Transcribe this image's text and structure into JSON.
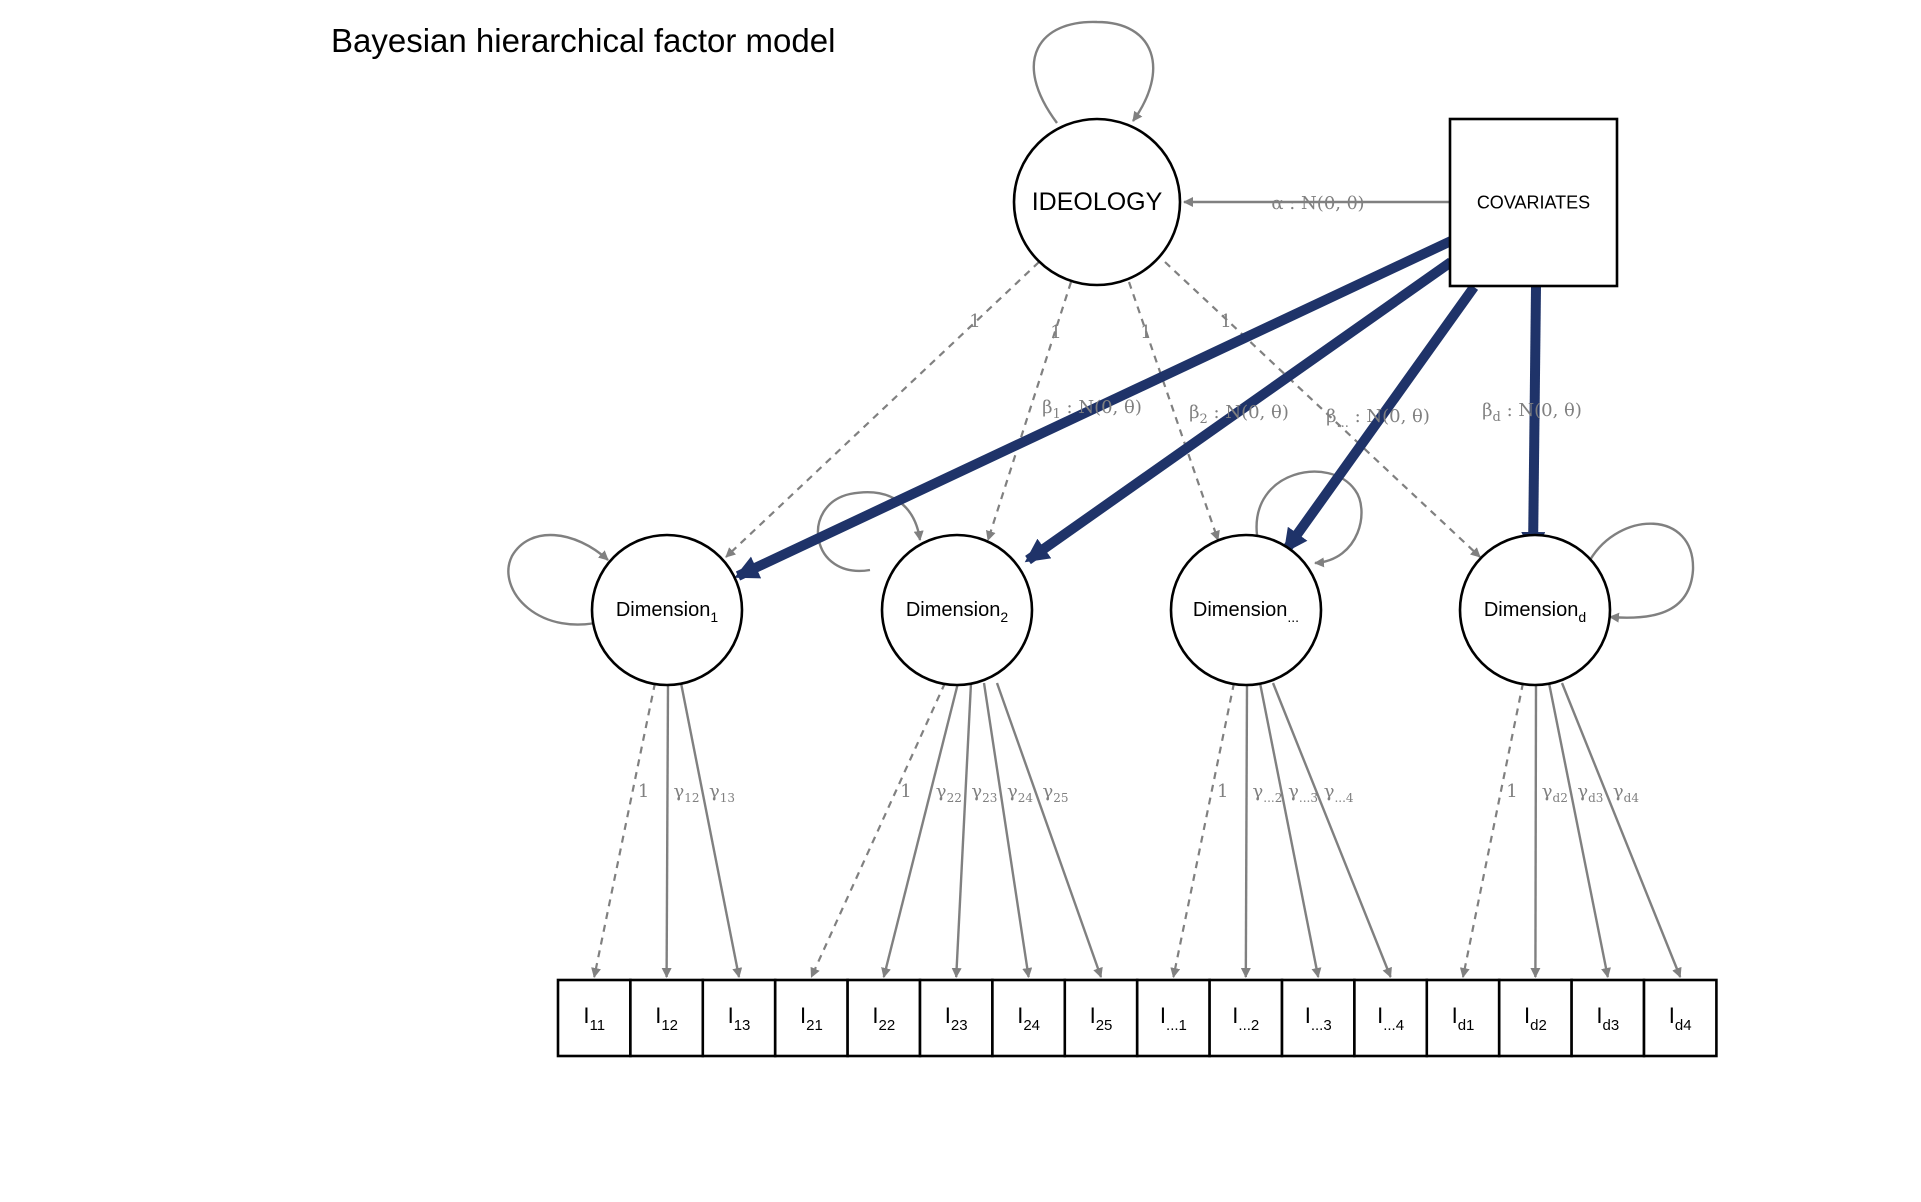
{
  "title": "Bayesian hierarchical factor model",
  "colors": {
    "strong_path": "#1f3369",
    "path": "#808080",
    "node_border": "#000000"
  },
  "nodes": {
    "ideology": "IDEOLOGY",
    "covariates": "COVARIATES",
    "dimensions": [
      {
        "base": "Dimension",
        "sub": "1"
      },
      {
        "base": "Dimension",
        "sub": "2"
      },
      {
        "base": "Dimension",
        "sub": "..."
      },
      {
        "base": "Dimension",
        "sub": "d"
      }
    ],
    "items": [
      {
        "base": "I",
        "sub": "11"
      },
      {
        "base": "I",
        "sub": "12"
      },
      {
        "base": "I",
        "sub": "13"
      },
      {
        "base": "I",
        "sub": "21"
      },
      {
        "base": "I",
        "sub": "22"
      },
      {
        "base": "I",
        "sub": "23"
      },
      {
        "base": "I",
        "sub": "24"
      },
      {
        "base": "I",
        "sub": "25"
      },
      {
        "base": "I",
        "sub": "...1"
      },
      {
        "base": "I",
        "sub": "...2"
      },
      {
        "base": "I",
        "sub": "...3"
      },
      {
        "base": "I",
        "sub": "...4"
      },
      {
        "base": "I",
        "sub": "d1"
      },
      {
        "base": "I",
        "sub": "d2"
      },
      {
        "base": "I",
        "sub": "d3"
      },
      {
        "base": "I",
        "sub": "d4"
      }
    ]
  },
  "edge_labels": {
    "alpha": "α : N(0, θ)",
    "ideology_loadings": [
      "1",
      "1",
      "1",
      "1"
    ],
    "betas": [
      {
        "base": "β",
        "sub": "1",
        "rest": " : N(0, θ)"
      },
      {
        "base": "β",
        "sub": "2",
        "rest": " : N(0, θ)"
      },
      {
        "base": "β",
        "sub": "...",
        "rest": " : N(0, θ)"
      },
      {
        "base": "β",
        "sub": "d",
        "rest": " : N(0, θ)"
      }
    ],
    "gammas": [
      {
        "base": "1",
        "sub": ""
      },
      {
        "base": "γ",
        "sub": "12"
      },
      {
        "base": "γ",
        "sub": "13"
      },
      {
        "base": "1",
        "sub": ""
      },
      {
        "base": "γ",
        "sub": "22"
      },
      {
        "base": "γ",
        "sub": "23"
      },
      {
        "base": "γ",
        "sub": "24"
      },
      {
        "base": "γ",
        "sub": "25"
      },
      {
        "base": "1",
        "sub": ""
      },
      {
        "base": "γ",
        "sub": "...2"
      },
      {
        "base": "γ",
        "sub": "...3"
      },
      {
        "base": "γ",
        "sub": "...4"
      },
      {
        "base": "1",
        "sub": ""
      },
      {
        "base": "γ",
        "sub": "d2"
      },
      {
        "base": "γ",
        "sub": "d3"
      },
      {
        "base": "γ",
        "sub": "d4"
      }
    ]
  }
}
